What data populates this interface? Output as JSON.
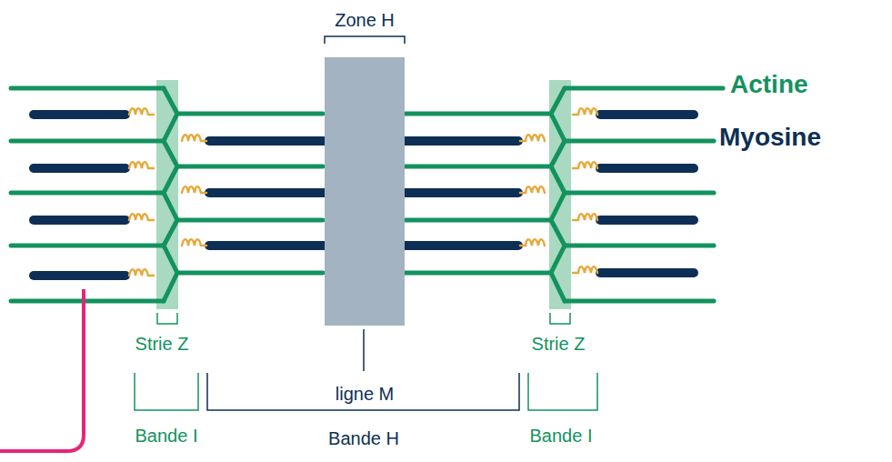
{
  "diagram": {
    "labels": [
      "Zone H",
      "Actine",
      "Myosine",
      "Strie Z",
      "Strie Z",
      "ligne M",
      "Bande I",
      "Bande H",
      "Bande I"
    ]
  }
}
